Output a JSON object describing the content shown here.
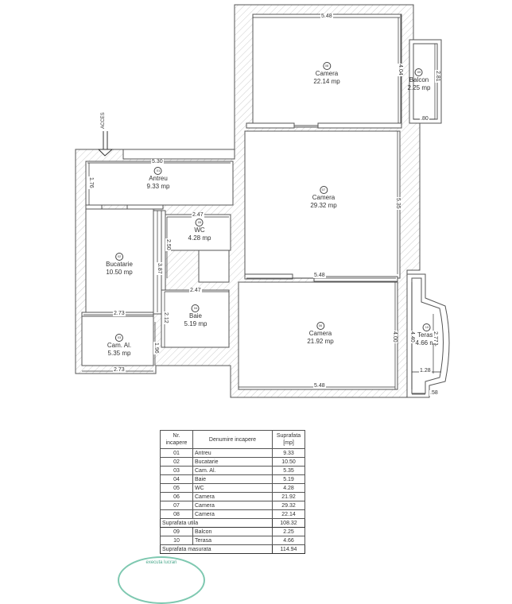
{
  "access_label": "ACCES",
  "rooms": [
    {
      "nr": "01",
      "name": "Antreu",
      "area": "9.33 mp"
    },
    {
      "nr": "02",
      "name": "Bucatarie",
      "area": "10.50 mp"
    },
    {
      "nr": "03",
      "name": "Cam. Al.",
      "area": "5.35 mp"
    },
    {
      "nr": "04",
      "name": "Baie",
      "area": "5.19 mp"
    },
    {
      "nr": "05",
      "name": "WC",
      "area": "4.28 mp"
    },
    {
      "nr": "06",
      "name": "Camera",
      "area": "21.92 mp"
    },
    {
      "nr": "07",
      "name": "Camera",
      "area": "29.32 mp"
    },
    {
      "nr": "08",
      "name": "Camera",
      "area": "22.14 mp"
    },
    {
      "nr": "09",
      "name": "Balcon",
      "area": "2.25 mp"
    },
    {
      "nr": "10",
      "name": "Terasa",
      "area": "4.66 mp"
    }
  ],
  "dimensions": {
    "camera08_width": "5.48",
    "camera08_height": "4.04",
    "balcon_height": "2.81",
    "balcon_width": ".80",
    "antreu_width": "5.30",
    "antreu_height": "1.76",
    "wc_width": "2.47",
    "wc_height": "2.50",
    "bucatarie_height": "3.87",
    "camera07_height": "5.35",
    "camera07_width": "5.48",
    "baie_width": "2.47",
    "baie_height": "2.12",
    "bucatarie_width": "2.73",
    "camal_height": "1.96",
    "camal_width": "2.73",
    "camera06_height": "4.00",
    "camera06_width": "5.48",
    "terasa_height1": "4.40",
    "terasa_height2": "2.77",
    "terasa_width": "1.28",
    "terasa_offset": ".58"
  },
  "table": {
    "headers": [
      "Nr. incapere",
      "Denumire incapere",
      "Suprafata [mp]"
    ],
    "rows": [
      {
        "nr": "01",
        "name": "Antreu",
        "area": "9.33"
      },
      {
        "nr": "02",
        "name": "Bucatarie",
        "area": "10.50"
      },
      {
        "nr": "03",
        "name": "Cam. Al.",
        "area": "5.35"
      },
      {
        "nr": "04",
        "name": "Baie",
        "area": "5.19"
      },
      {
        "nr": "05",
        "name": "WC",
        "area": "4.28"
      },
      {
        "nr": "06",
        "name": "Camera",
        "area": "21.92"
      },
      {
        "nr": "07",
        "name": "Camera",
        "area": "29.32"
      },
      {
        "nr": "08",
        "name": "Camera",
        "area": "22.14"
      }
    ],
    "subtotal_label": "Suprafata utila",
    "subtotal_value": "108.32",
    "extra_rows": [
      {
        "nr": "09",
        "name": "Balcon",
        "area": "2.25"
      },
      {
        "nr": "10",
        "name": "Terasa",
        "area": "4.66"
      }
    ],
    "total_label": "Suprafata masurata",
    "total_value": "114.94"
  },
  "stamp_text": "executa lucrari"
}
